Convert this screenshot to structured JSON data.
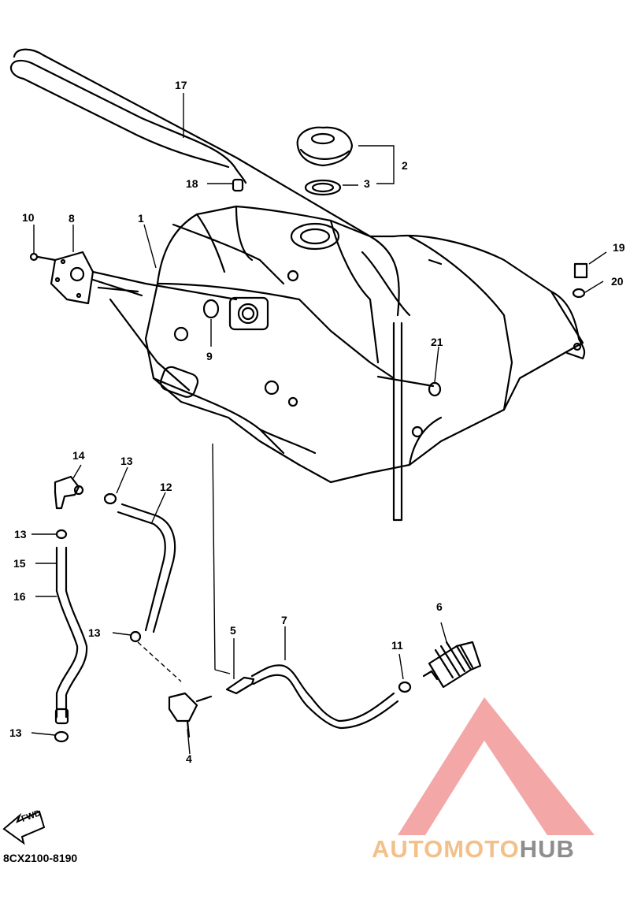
{
  "diagram": {
    "parts": [
      {
        "number": "1"
      },
      {
        "number": "2"
      },
      {
        "number": "3"
      },
      {
        "number": "4"
      },
      {
        "number": "5"
      },
      {
        "number": "6"
      },
      {
        "number": "7"
      },
      {
        "number": "8"
      },
      {
        "number": "9"
      },
      {
        "number": "10"
      },
      {
        "number": "11"
      },
      {
        "number": "12"
      },
      {
        "number": "13"
      },
      {
        "number": "14"
      },
      {
        "number": "15"
      },
      {
        "number": "16"
      },
      {
        "number": "17"
      },
      {
        "number": "18"
      },
      {
        "number": "19"
      },
      {
        "number": "20"
      },
      {
        "number": "21"
      }
    ],
    "code": "8CX2100-8190",
    "front_tag": "FWD"
  },
  "watermark": {
    "part1": "AUTOMOTO",
    "part2": "HUB",
    "colors": {
      "logo": "#f08a8a",
      "text1": "#f3c08a",
      "text2": "#8e8e8e"
    }
  }
}
